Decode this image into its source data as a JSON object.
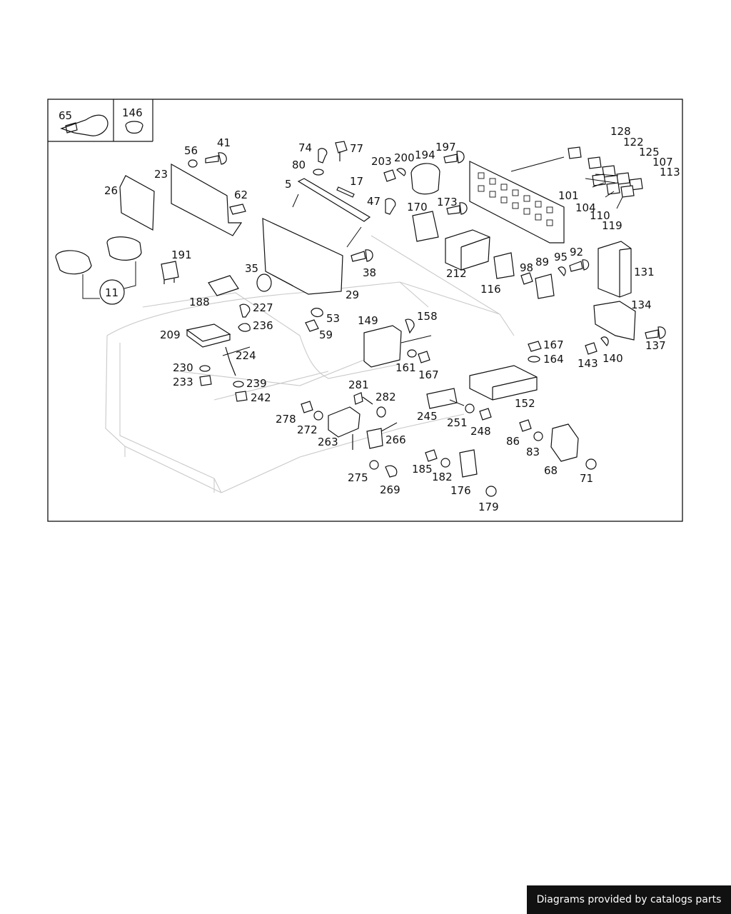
{
  "labels": [
    {
      "id": "65",
      "t": "65"
    },
    {
      "id": "146",
      "t": "146"
    },
    {
      "id": "56",
      "t": "56"
    },
    {
      "id": "41",
      "t": "41"
    },
    {
      "id": "23",
      "t": "23"
    },
    {
      "id": "26",
      "t": "26"
    },
    {
      "id": "62",
      "t": "62"
    },
    {
      "id": "191",
      "t": "191"
    },
    {
      "id": "11",
      "t": "11"
    },
    {
      "id": "74",
      "t": "74"
    },
    {
      "id": "77",
      "t": "77"
    },
    {
      "id": "80",
      "t": "80"
    },
    {
      "id": "5",
      "t": "5"
    },
    {
      "id": "17",
      "t": "17"
    },
    {
      "id": "47",
      "t": "47"
    },
    {
      "id": "203",
      "t": "203"
    },
    {
      "id": "200",
      "t": "200"
    },
    {
      "id": "194",
      "t": "194"
    },
    {
      "id": "197",
      "t": "197"
    },
    {
      "id": "170",
      "t": "170"
    },
    {
      "id": "173",
      "t": "173"
    },
    {
      "id": "35",
      "t": "35"
    },
    {
      "id": "38",
      "t": "38"
    },
    {
      "id": "29",
      "t": "29"
    },
    {
      "id": "188",
      "t": "188"
    },
    {
      "id": "227",
      "t": "227"
    },
    {
      "id": "53",
      "t": "53"
    },
    {
      "id": "236",
      "t": "236"
    },
    {
      "id": "59",
      "t": "59"
    },
    {
      "id": "209",
      "t": "209"
    },
    {
      "id": "224",
      "t": "224"
    },
    {
      "id": "230",
      "t": "230"
    },
    {
      "id": "233",
      "t": "233"
    },
    {
      "id": "239",
      "t": "239"
    },
    {
      "id": "242",
      "t": "242"
    },
    {
      "id": "212",
      "t": "212"
    },
    {
      "id": "116",
      "t": "116"
    },
    {
      "id": "98",
      "t": "98"
    },
    {
      "id": "89",
      "t": "89"
    },
    {
      "id": "95",
      "t": "95"
    },
    {
      "id": "92",
      "t": "92"
    },
    {
      "id": "131",
      "t": "131"
    },
    {
      "id": "128",
      "t": "128"
    },
    {
      "id": "122",
      "t": "122"
    },
    {
      "id": "125",
      "t": "125"
    },
    {
      "id": "107",
      "t": "107"
    },
    {
      "id": "113",
      "t": "113"
    },
    {
      "id": "101",
      "t": "101"
    },
    {
      "id": "104",
      "t": "104"
    },
    {
      "id": "110",
      "t": "110"
    },
    {
      "id": "119",
      "t": "119"
    },
    {
      "id": "134",
      "t": "134"
    },
    {
      "id": "137",
      "t": "137"
    },
    {
      "id": "143",
      "t": "143"
    },
    {
      "id": "140",
      "t": "140"
    },
    {
      "id": "149",
      "t": "149"
    },
    {
      "id": "158",
      "t": "158"
    },
    {
      "id": "161",
      "t": "161"
    },
    {
      "id": "167a",
      "t": "167"
    },
    {
      "id": "167b",
      "t": "167"
    },
    {
      "id": "164",
      "t": "164"
    },
    {
      "id": "152",
      "t": "152"
    },
    {
      "id": "281",
      "t": "281"
    },
    {
      "id": "282",
      "t": "282"
    },
    {
      "id": "278",
      "t": "278"
    },
    {
      "id": "272",
      "t": "272"
    },
    {
      "id": "263",
      "t": "263"
    },
    {
      "id": "266",
      "t": "266"
    },
    {
      "id": "275",
      "t": "275"
    },
    {
      "id": "269",
      "t": "269"
    },
    {
      "id": "245",
      "t": "245"
    },
    {
      "id": "251",
      "t": "251"
    },
    {
      "id": "248",
      "t": "248"
    },
    {
      "id": "86",
      "t": "86"
    },
    {
      "id": "83",
      "t": "83"
    },
    {
      "id": "68",
      "t": "68"
    },
    {
      "id": "71",
      "t": "71"
    },
    {
      "id": "185",
      "t": "185"
    },
    {
      "id": "182",
      "t": "182"
    },
    {
      "id": "176",
      "t": "176"
    },
    {
      "id": "179",
      "t": "179"
    }
  ],
  "footer": {
    "text": "Diagrams provided by catalogs parts"
  }
}
